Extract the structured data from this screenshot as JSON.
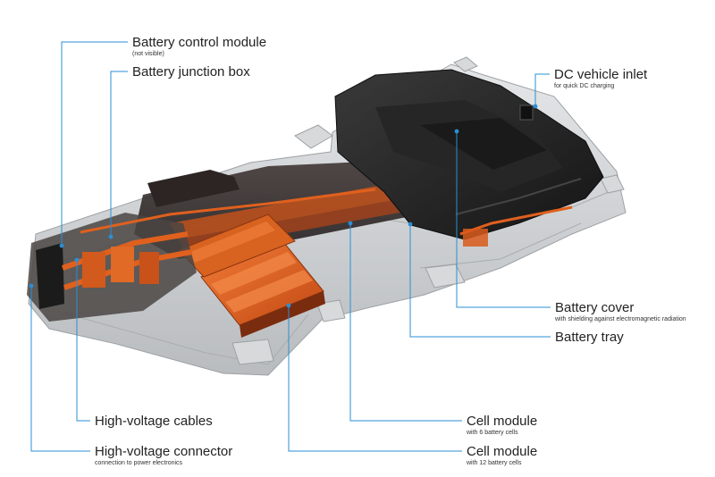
{
  "colors": {
    "leader": "#2a8fd6",
    "orange": "#e0601e",
    "dark_cover": "#2a2a2a",
    "tray": "#cfd2d4"
  },
  "labels": {
    "battery_control_module": {
      "title": "Battery control module",
      "sub": "(not visible)"
    },
    "battery_junction_box": {
      "title": "Battery junction box"
    },
    "dc_vehicle_inlet": {
      "title": "DC vehicle inlet",
      "sub": "for quick DC charging"
    },
    "battery_cover": {
      "title": "Battery cover",
      "sub": "with shielding against electromagnetic radiation"
    },
    "battery_tray": {
      "title": "Battery tray"
    },
    "high_voltage_cables": {
      "title": "High-voltage cables"
    },
    "high_voltage_connector": {
      "title": "High-voltage connector",
      "sub": "connection to power electronics"
    },
    "cell_module_6": {
      "title": "Cell module",
      "sub": "with 6 battery cells"
    },
    "cell_module_12": {
      "title": "Cell module",
      "sub": "with 12 battery cells"
    }
  }
}
